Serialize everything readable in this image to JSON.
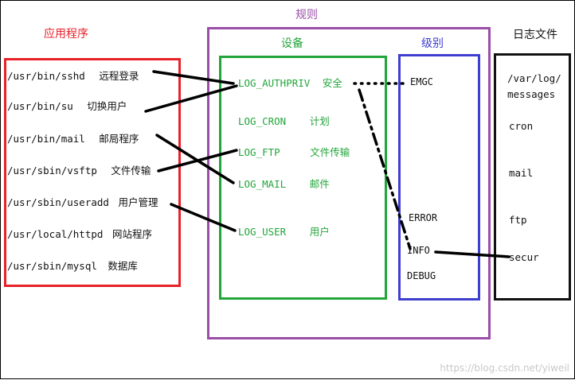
{
  "titles": {
    "apps": "应用程序",
    "rules": "规则",
    "facility": "设备",
    "level": "级别",
    "logfiles": "日志文件"
  },
  "apps": [
    {
      "path": "/usr/bin/sshd",
      "label": "远程登录"
    },
    {
      "path": "/usr/bin/su",
      "label": "切换用户"
    },
    {
      "path": "/usr/bin/mail",
      "label": "邮局程序"
    },
    {
      "path": "/usr/sbin/vsftp",
      "label": "文件传输"
    },
    {
      "path": "/usr/sbin/useradd",
      "label": "用户管理"
    },
    {
      "path": "/usr/local/httpd",
      "label": "网站程序"
    },
    {
      "path": "/usr/sbin/mysql",
      "label": "数据库"
    }
  ],
  "facilities": [
    {
      "name": "LOG_AUTHPRIV",
      "label": "安全"
    },
    {
      "name": "LOG_CRON",
      "label": "计划"
    },
    {
      "name": "LOG_FTP",
      "label": "文件传输"
    },
    {
      "name": "LOG_MAIL",
      "label": "邮件"
    },
    {
      "name": "LOG_USER",
      "label": "用户"
    }
  ],
  "levels": [
    "EMGC",
    "ERROR",
    "INFO",
    "DEBUG"
  ],
  "logfiles": [
    "/var/log/",
    "messages",
    "cron",
    "mail",
    "ftp",
    "secur"
  ],
  "watermark": "https://blog.csdn.net/yiweil",
  "colors": {
    "apps_border": "#e8212a",
    "rules_border": "#9b4ea8",
    "facility_border": "#22a53a",
    "level_border": "#3e3ed0",
    "logfiles_border": "#111111"
  }
}
